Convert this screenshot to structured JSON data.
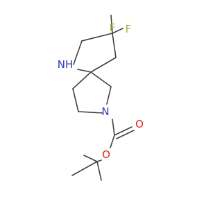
{
  "molecule": {
    "atoms": {
      "f_top": {
        "label": "F",
        "color": "#8fbf3a"
      },
      "f_right": {
        "label": "F",
        "color": "#8fbf3a"
      },
      "n_amine": {
        "label": "NH",
        "color": "#2d3db8"
      },
      "n_carbamate": {
        "label": "N",
        "color": "#2d3db8"
      },
      "o_carbonyl": {
        "label": "O",
        "color": "#e2231a"
      },
      "o_ester": {
        "label": "O",
        "color": "#e2231a"
      }
    },
    "bond_color": "#404040"
  }
}
